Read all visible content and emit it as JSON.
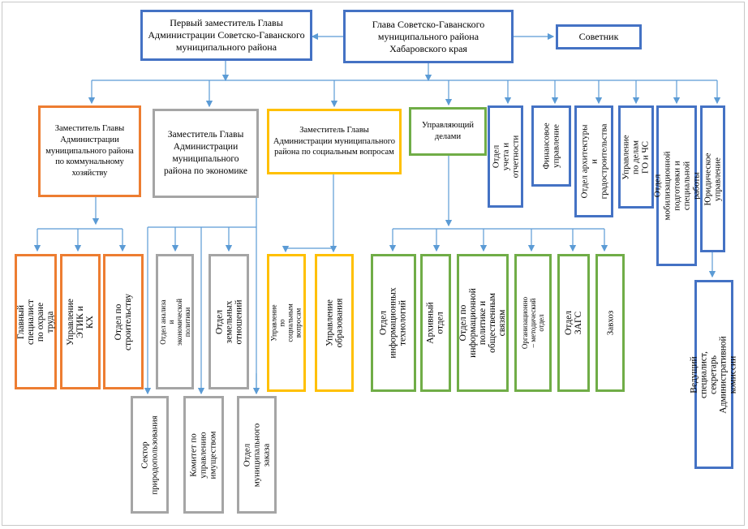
{
  "nodes": {
    "head": "Глава Советско-Гаванского муниципального района Хабаровского края",
    "first_deputy": "Первый заместитель Главы Администрации Советско-Гаванского муниципального района",
    "advisor": "Советник",
    "deputy_communal": "Заместитель Главы Администрации муниципального района по коммунальному хозяйству",
    "deputy_economy": "Заместитель Главы Администрации муниципального района по экономике",
    "deputy_social": "Заместитель Главы Администрации муниципального района по социальным вопросам",
    "manager_affairs": "Управляющий делами",
    "accounting": "Отдел учета и отчетности",
    "finance": "Финансовое управление",
    "architecture": "Отдел архитектуры и градостроительства",
    "go_chs": "Управление по делам ГО и ЧС",
    "mobilization": "Отдел мобилизационной подготовки и специальной работы",
    "legal": "Юридическое управление",
    "labor_specialist": "Главный специалист по охране труда",
    "etik": "Управление ЭТИК и КХ",
    "construction": "Отдел по строительству",
    "analysis": "Отдел анализа и экономической политики",
    "land": "Отдел земельных отношений",
    "nature": "Сектор природопользования",
    "property": "Комитет по управлению имуществом",
    "municipal_order": "Отдел муниципального заказа",
    "social_dept": "Управление по социальным вопросам",
    "education": "Управление образования",
    "it": "Отдел информационных технологий",
    "archive": "Архивный отдел",
    "info_policy": "Отдел по информационной политике и общественным связям",
    "org_method": "Организационно – методический отдел",
    "zags": "Отдел ЗАГС",
    "supply": "Завхоз",
    "lead_specialist": "Ведущий специалист, секретарь Административной комиссии"
  },
  "colors": {
    "line": "#5b9bd5",
    "blue": "#4472c4",
    "orange": "#ed7d31",
    "gray": "#a5a5a5",
    "gold": "#ffc000",
    "green": "#70ad47"
  }
}
